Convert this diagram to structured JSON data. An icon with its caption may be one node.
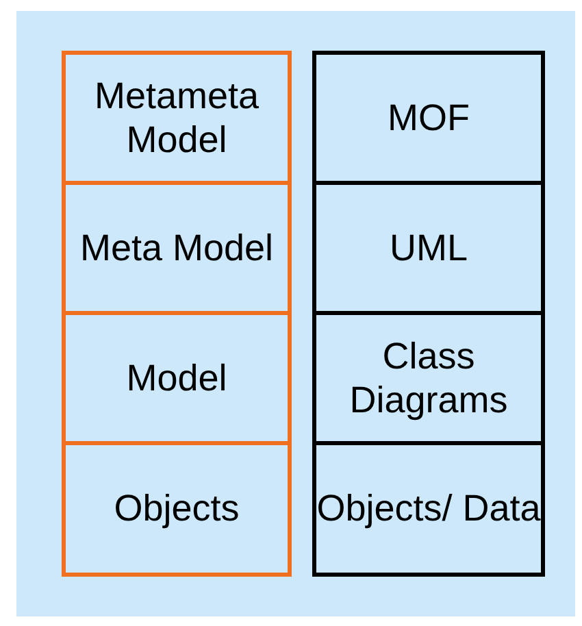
{
  "diagram": {
    "nodes": [
      {
        "text": [
          "Metameta Model"
        ]
      },
      {
        "text": [
          "MOF"
        ]
      },
      {
        "text": [
          "Meta Model"
        ]
      },
      {
        "text": [
          "UML"
        ]
      },
      {
        "text": [
          "Model"
        ]
      },
      {
        "text": [
          "Class Diagrams"
        ]
      },
      {
        "text": [
          "Objects"
        ]
      },
      {
        "text": [
          "Objects/ Data"
        ]
      }
    ]
  }
}
